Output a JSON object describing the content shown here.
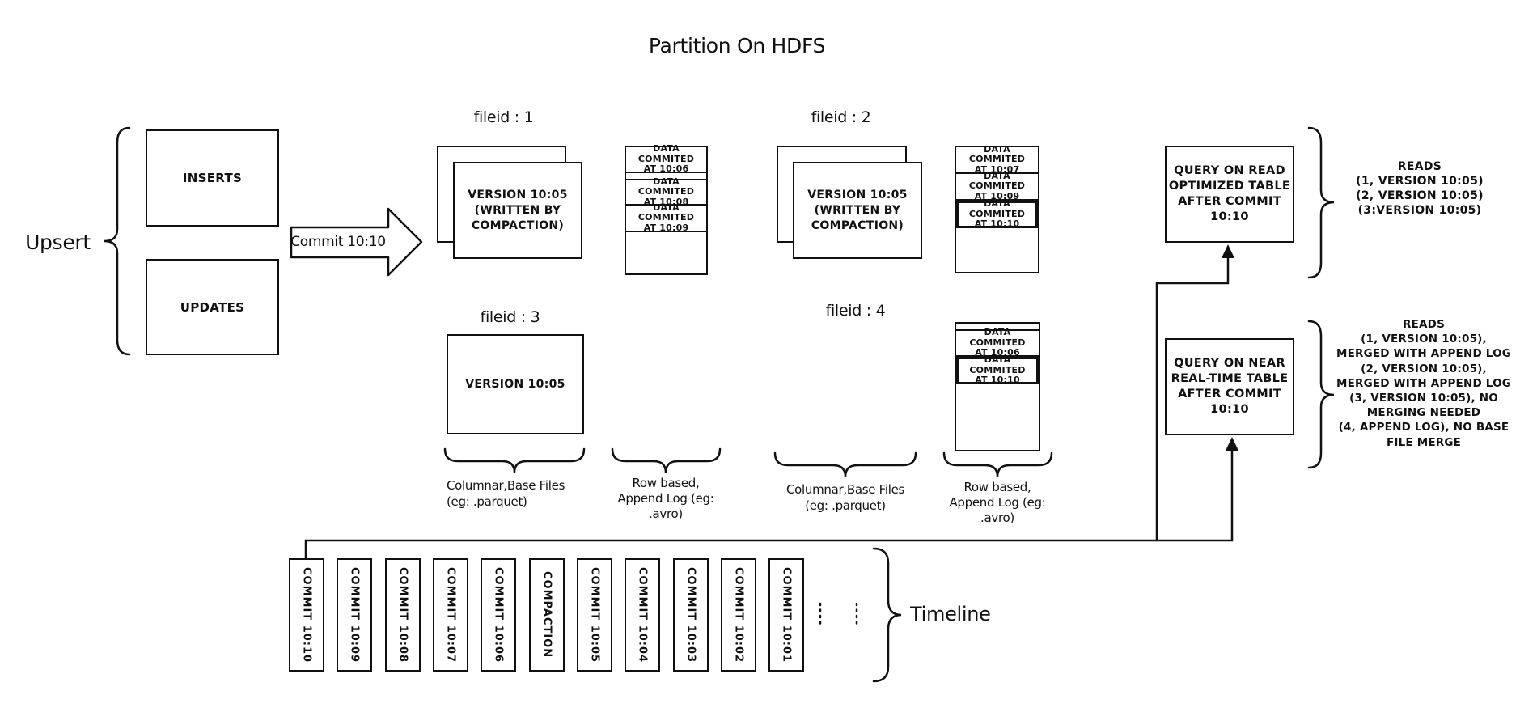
{
  "title": "Partition On HDFS",
  "upsert": {
    "label": "Upsert",
    "inserts": "INSERTS",
    "updates": "UPDATES"
  },
  "commit_arrow_label": "Commit 10:10",
  "file_groups": {
    "f1": {
      "label": "fileid : 1",
      "base": "VERSION 10:05\n(WRITTEN BY\nCOMPACTION)"
    },
    "f2": {
      "label": "fileid : 2",
      "base": "VERSION 10:05\n(WRITTEN BY\nCOMPACTION)"
    },
    "f3": {
      "label": "fileid : 3",
      "base": "VERSION 10:05"
    },
    "f4": {
      "label": "fileid : 4"
    }
  },
  "logs": {
    "log1": {
      "rows": [
        "DATA COMMITED\nAT 10:06",
        "DATA COMMITED\nAT 10:08",
        "DATA COMMITED\nAT 10:09"
      ]
    },
    "log2": {
      "rows": [
        "DATA COMMITED\nAT 10:07",
        "DATA COMMITED\nAT 10:09",
        "DATA COMMITED\nAT 10:10"
      ]
    },
    "log3": {
      "rows": [
        "DATA COMMITED\nAT 10:06",
        "DATA COMMITED\nAT 10:10"
      ]
    }
  },
  "group_labels": {
    "columnar": "Columnar,Base Files\n(eg: .parquet)",
    "row_based": "Row based,\nAppend Log (eg:\n.avro)"
  },
  "queries": {
    "read_optimized": {
      "box": "QUERY ON READ\nOPTIMIZED TABLE\nAFTER COMMIT\n10:10",
      "reads": "READS\n(1, VERSION 10:05)\n(2, VERSION 10:05)\n(3:VERSION 10:05)"
    },
    "near_real_time": {
      "box": "QUERY ON NEAR\nREAL-TIME TABLE\nAFTER COMMIT\n10:10",
      "reads": "READS\n(1, VERSION 10:05),\nMERGED WITH APPEND LOG\n(2, VERSION 10:05),\nMERGED WITH APPEND LOG\n(3, VERSION 10:05), NO\nMERGING NEEDED\n(4, APPEND LOG), NO BASE\nFILE MERGE"
    }
  },
  "timeline": {
    "label": "Timeline",
    "entries": [
      "COMMIT 10:10",
      "COMMIT 10:09",
      "COMMIT 10:08",
      "COMMIT 10:07",
      "COMMIT 10:06",
      "COMPACTION",
      "COMMIT 10:05",
      "COMMIT 10:04",
      "COMMIT 10:03",
      "COMMIT 10:02",
      "COMMIT 10:01"
    ]
  },
  "colors": {
    "ink": "#111111",
    "background": "#ffffff"
  }
}
